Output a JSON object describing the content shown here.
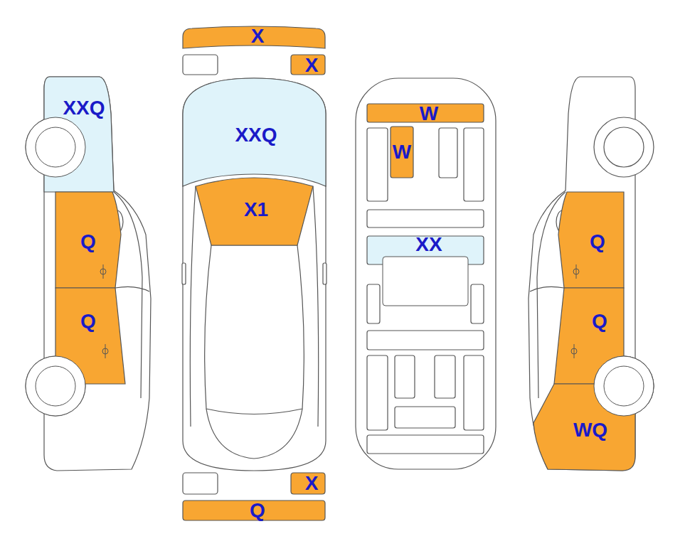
{
  "diagram": {
    "nodes": [
      {
        "text": [
          "XXQ"
        ]
      },
      {
        "text": [
          "Q"
        ]
      },
      {
        "text": [
          "Q"
        ]
      },
      {
        "text": [
          "X"
        ]
      },
      {
        "text": [
          "X"
        ]
      },
      {
        "text": [
          "XXQ"
        ]
      },
      {
        "text": [
          "X1"
        ]
      },
      {
        "text": [
          "X"
        ]
      },
      {
        "text": [
          "Q"
        ]
      },
      {
        "text": [
          "W"
        ]
      },
      {
        "text": [
          "W"
        ]
      },
      {
        "text": [
          "XX"
        ]
      },
      {
        "text": [
          "Q"
        ]
      },
      {
        "text": [
          "Q"
        ]
      },
      {
        "text": [
          "WQ"
        ]
      }
    ]
  }
}
